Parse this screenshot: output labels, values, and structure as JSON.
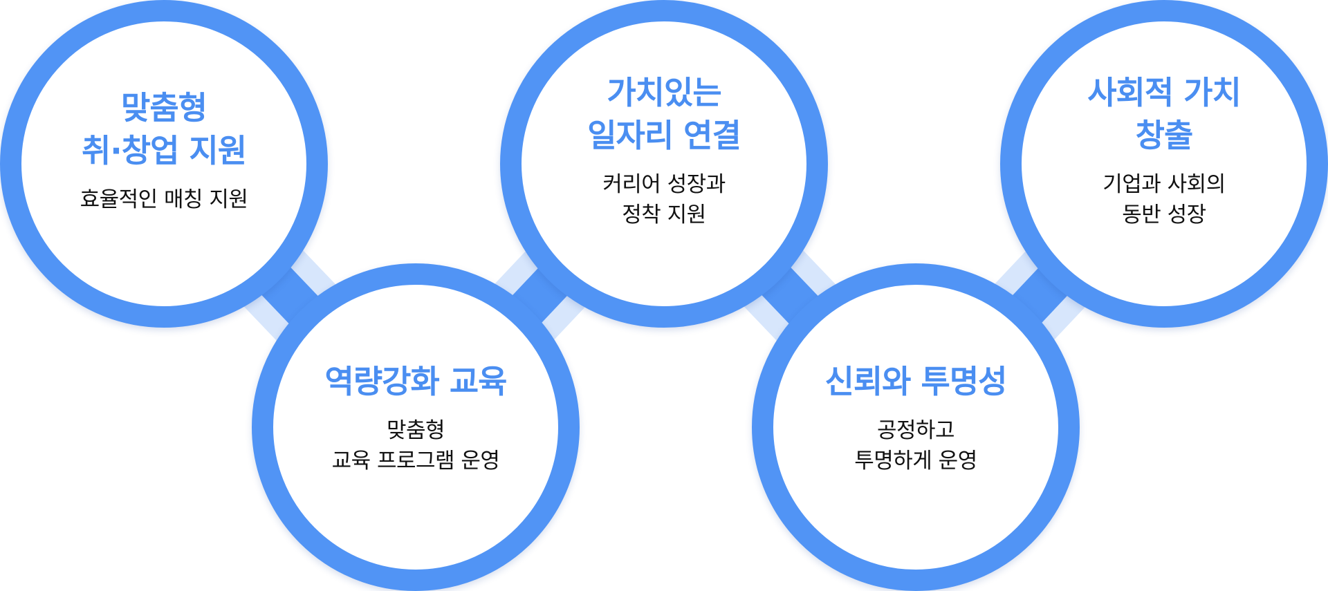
{
  "colors": {
    "ring": "#5194f5",
    "title": "#4a8ef1",
    "connector_light": "#d7e6fc",
    "connector_dark": "#5194f5",
    "text": "#111111"
  },
  "nodes": [
    {
      "title": "맞춤형\n취·창업 지원",
      "desc": "효율적인 매칭 지원"
    },
    {
      "title": "역량강화 교육",
      "desc": "맞춤형\n교육 프로그램 운영"
    },
    {
      "title": "가치있는\n일자리 연결",
      "desc": "커리어 성장과\n정착 지원"
    },
    {
      "title": "신뢰와 투명성",
      "desc": "공정하고\n투명하게 운영"
    },
    {
      "title": "사회적 가치\n창출",
      "desc": "기업과 사회의\n동반 성장"
    }
  ]
}
